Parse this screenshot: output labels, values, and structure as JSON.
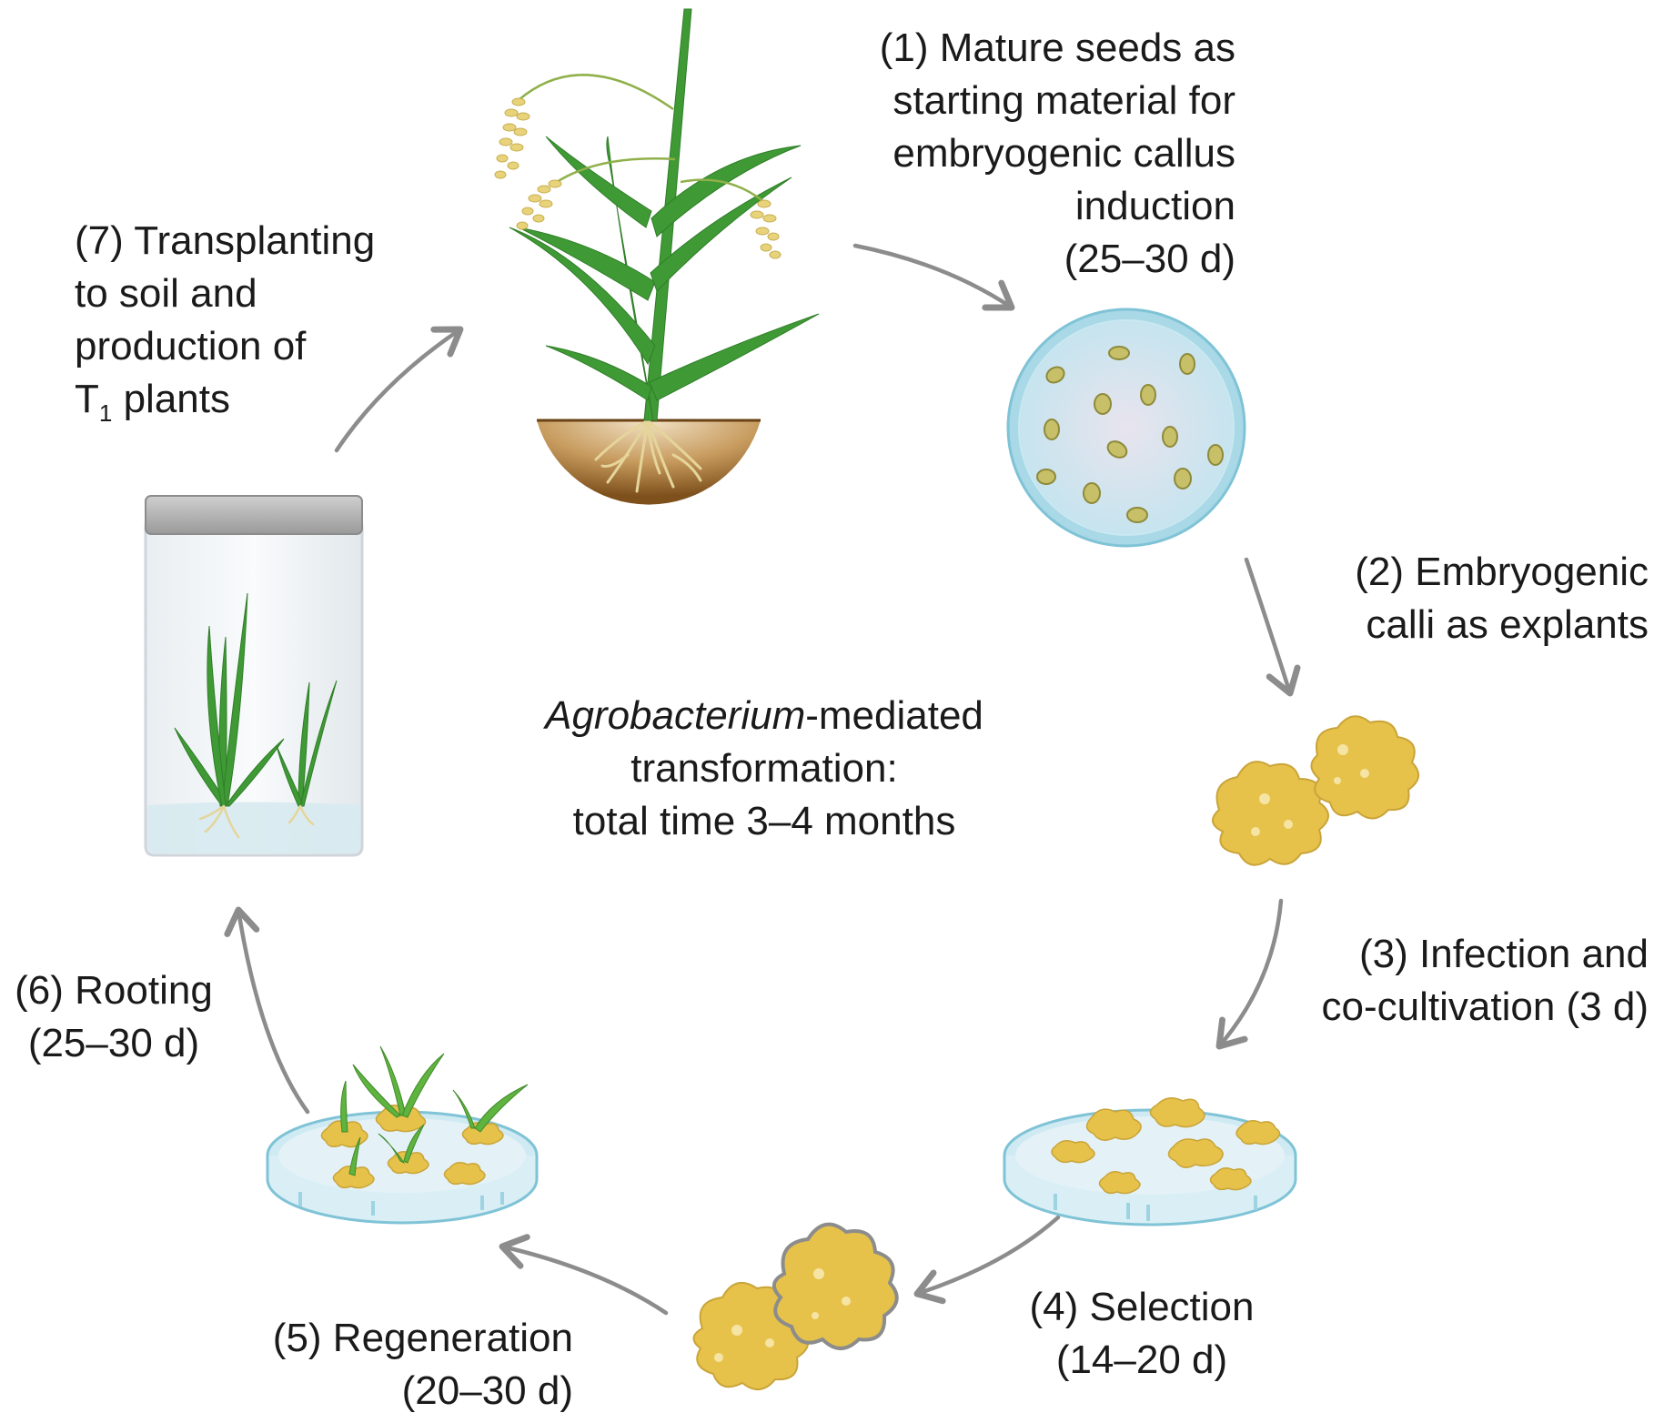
{
  "center": {
    "title_italic": "Agrobacterium",
    "title_rest": "-mediated",
    "line2": "transformation:",
    "line3": "total time 3–4 months"
  },
  "steps": [
    {
      "id": 1,
      "lines": [
        "(1) Mature seeds as",
        "starting material for",
        "embryogenic callus",
        "induction",
        "(25–30 d)"
      ]
    },
    {
      "id": 2,
      "lines": [
        "(2) Embryogenic",
        "calli as explants"
      ]
    },
    {
      "id": 3,
      "lines": [
        "(3) Infection and",
        "co-cultivation (3 d)"
      ]
    },
    {
      "id": 4,
      "lines": [
        "(4) Selection",
        "(14–20 d)"
      ]
    },
    {
      "id": 5,
      "lines": [
        "(5) Regeneration",
        "(20–30 d)"
      ]
    },
    {
      "id": 6,
      "lines": [
        "(6) Rooting",
        "(25–30 d)"
      ]
    },
    {
      "id": 7,
      "lines": [
        "(7) Transplanting",
        "to soil and",
        "production of"
      ],
      "last_line": {
        "prefix": "T",
        "subscript": "1",
        "suffix": " plants"
      }
    }
  ],
  "colors": {
    "arrow": "#8c8c8c",
    "leaf": "#3f9a35",
    "leaf_dark": "#2f7d28",
    "callus": "#e6c24a",
    "callus_light": "#f3dc8a",
    "soil": "#8a5a22",
    "dish": "#bfe3ee",
    "dish_rim": "#7fc3d6",
    "jar_lid": "#a8a8a8"
  },
  "icons": [
    "rice-plant-icon",
    "petri-dish-seeds-icon",
    "callus-pair-icon",
    "petri-dish-infection-icon",
    "callus-selection-icon",
    "petri-dish-regeneration-icon",
    "culture-jar-icon"
  ]
}
